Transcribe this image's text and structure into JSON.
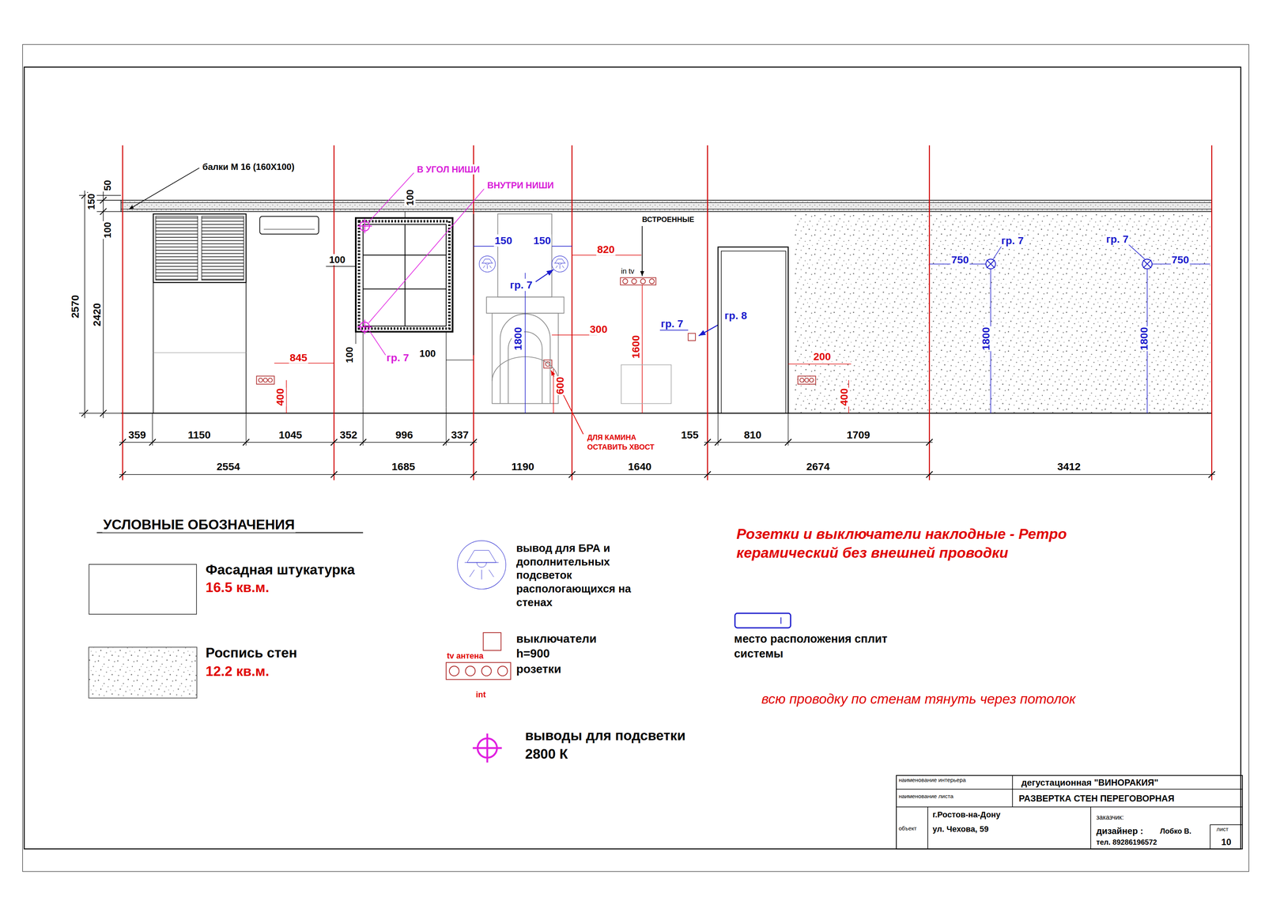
{
  "diagram": {
    "labels": [
      "балки М 16 (160Х100)",
      "150",
      "50",
      "100",
      "2570",
      "2420",
      "845",
      "400",
      "В УГОЛ НИШИ",
      "ВНУТРИ НИШИ",
      "100",
      "100",
      "100",
      "гр. 7",
      "100",
      "150",
      "150",
      "гр. 7",
      "1800",
      "820",
      "300",
      "600",
      "ДЛЯ КАМИНА",
      "ОСТАВИТЬ ХВОСТ",
      "ВСТРОЕННЫЕ",
      "in tv",
      "1600",
      "гр. 7",
      "гр. 8",
      "200",
      "400",
      "гр. 7",
      "750",
      "1800",
      "гр. 7",
      "750",
      "1800",
      "359",
      "1150",
      "1045",
      "352",
      "996",
      "337",
      "155",
      "810",
      "1709",
      "2554",
      "1685",
      "1190",
      "1640",
      "2674",
      "3412",
      "УСЛОВНЫЕ ОБОЗНАЧЕНИЯ",
      "16.5 кв.м.",
      "12.2 кв.м.",
      "tv антена",
      "int",
      "Розетки и выключатели наклодные - Ретро керамический без внешней проводки",
      "всю проводку по стенам тянуть через потолок",
      "наименование интерьера",
      "дегустационная \"ВИНОРАКИЯ\"",
      "наименование листа",
      "РАЗВЕРТКА СТЕН ПЕРЕГОВОРНАЯ",
      "объект",
      "г.Ростов-на-Дону",
      "ул. Чехова, 59",
      "заказчик:",
      "дизайнер :",
      "Лобко В.",
      "тел. 89286196572",
      "лист",
      "10"
    ],
    "legend": [
      {
        "text": "Фасадная штукатурка",
        "color": "#ffffff"
      },
      {
        "text": "Роспись стен"
      },
      {
        "text": "вывод для БРА и дополнительных подсветок распологающихся на стенах"
      },
      {
        "text": "выключатели h=900"
      },
      {
        "text": "розетки"
      },
      {
        "text": "место расположения сплит системы"
      },
      {
        "text": "выводы для подсветки 2800 К"
      }
    ]
  }
}
